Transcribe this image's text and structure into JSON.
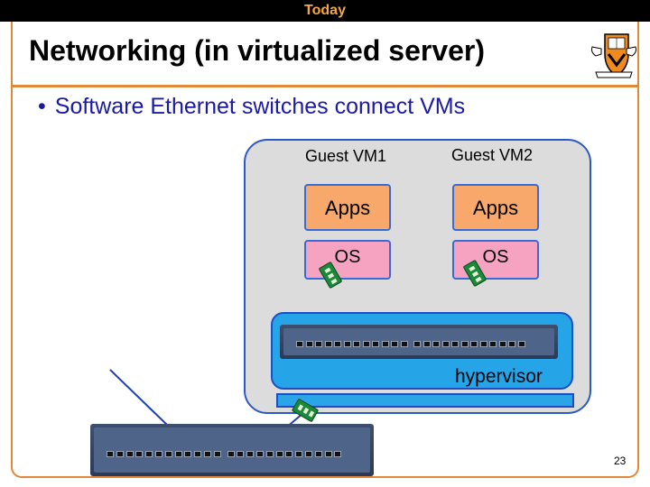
{
  "header": {
    "label": "Today"
  },
  "slide": {
    "title": "Networking (in virtualized server)",
    "bullet": "Software Ethernet switches connect VMs",
    "bullet_marker": "•",
    "page_number": "23"
  },
  "diagram": {
    "vm1": {
      "title": "Guest VM1",
      "apps": "Apps",
      "os": "OS"
    },
    "vm2": {
      "title": "Guest VM2",
      "apps": "Apps",
      "os": "OS"
    },
    "hypervisor": "hypervisor"
  },
  "colors": {
    "accent": "#e0873a",
    "bullet_text": "#1a1aa6",
    "apps_fill": "#f8a86a",
    "os_fill": "#f6a3c2",
    "hypervisor_fill": "#25a5e8",
    "vm_container": "#dcdcdc"
  },
  "icons": [
    "princeton-shield-logo",
    "ethernet-switch-icon",
    "network-card-icon"
  ]
}
